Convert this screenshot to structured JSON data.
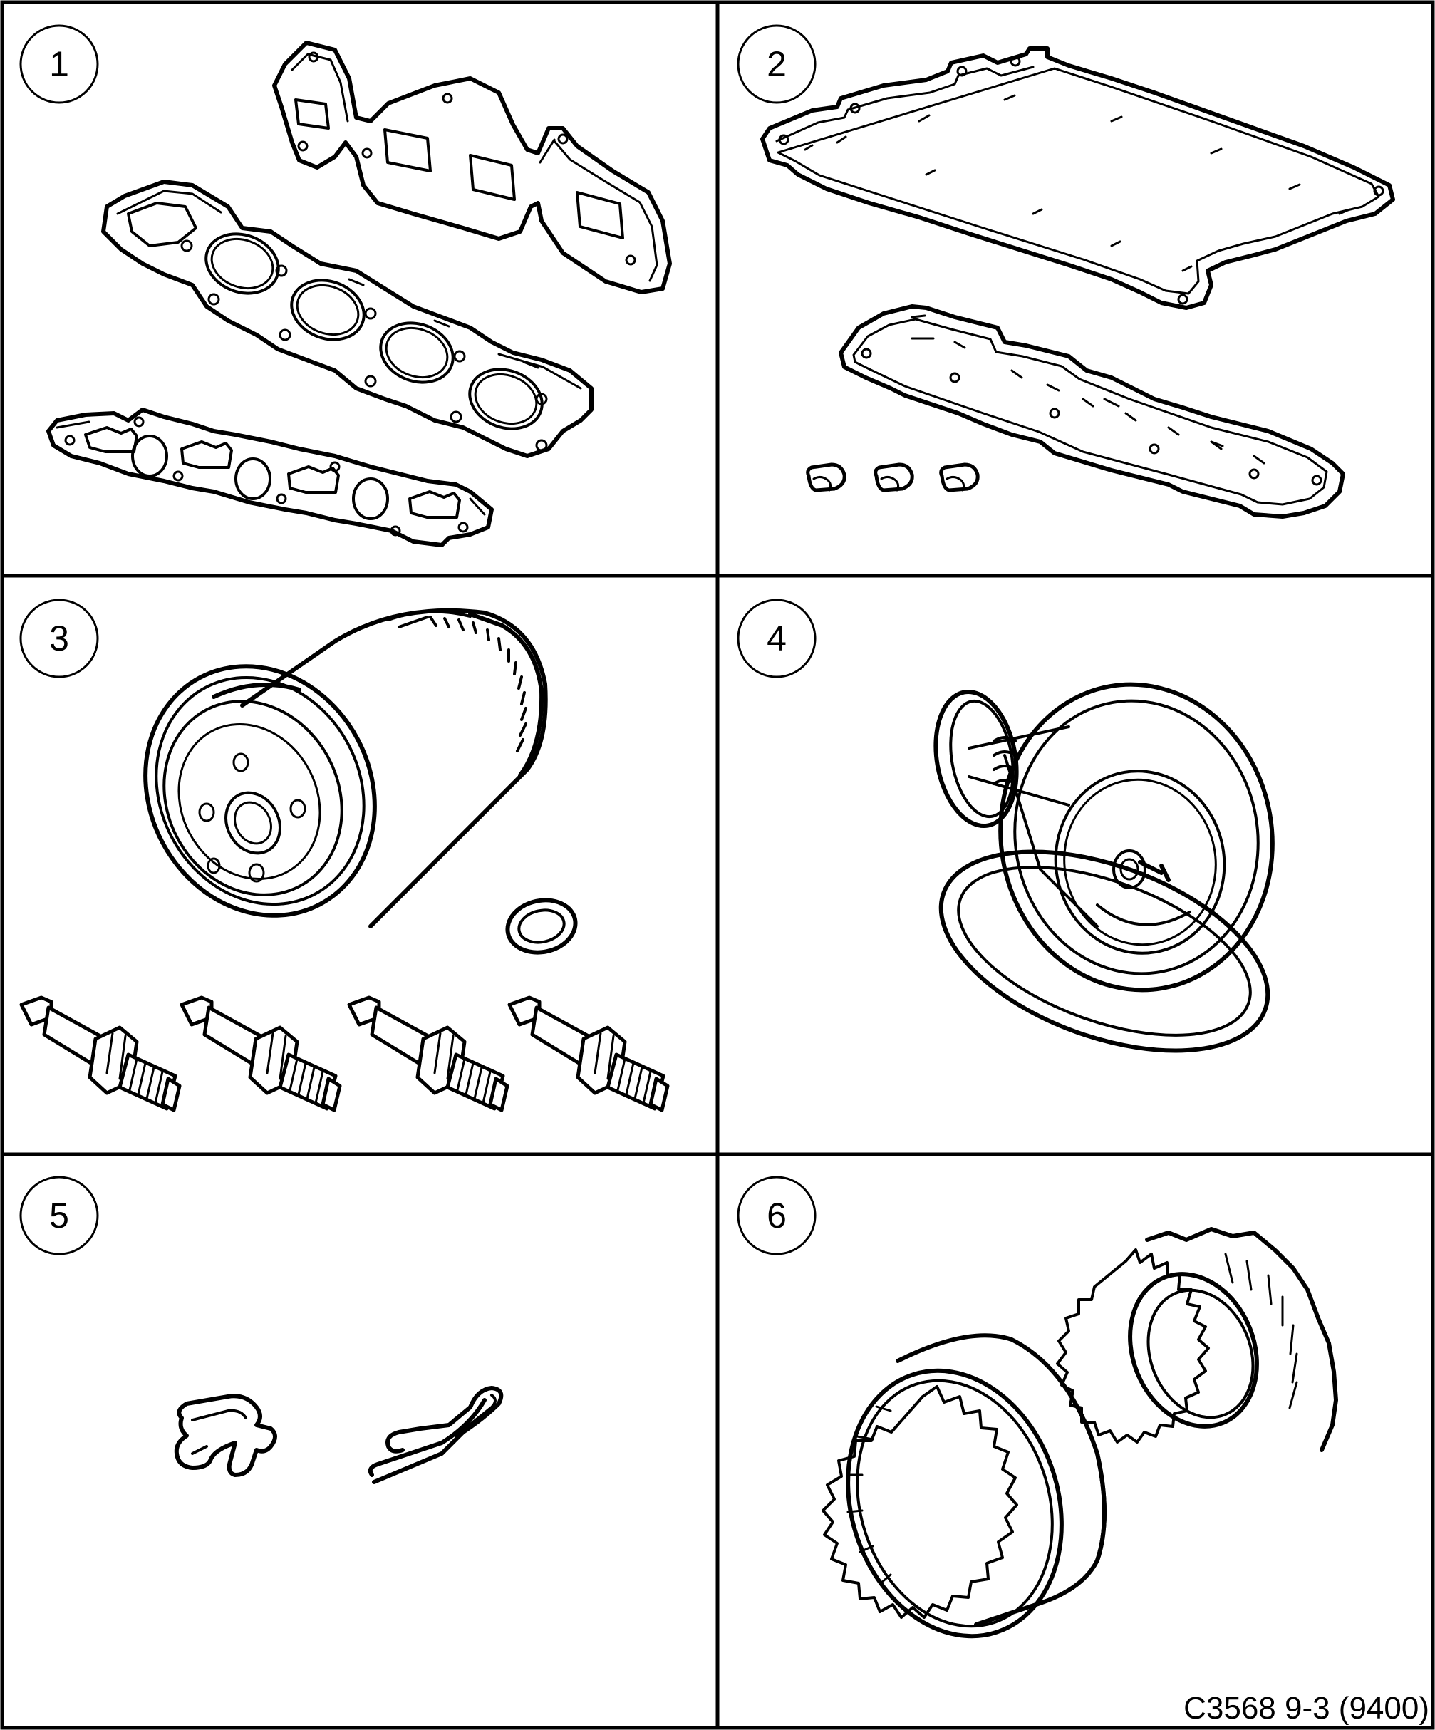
{
  "panels": [
    {
      "number": "1"
    },
    {
      "number": "2"
    },
    {
      "number": "3"
    },
    {
      "number": "4"
    },
    {
      "number": "5"
    },
    {
      "number": "6"
    }
  ],
  "reference": "C3568 9-3 (9400)"
}
